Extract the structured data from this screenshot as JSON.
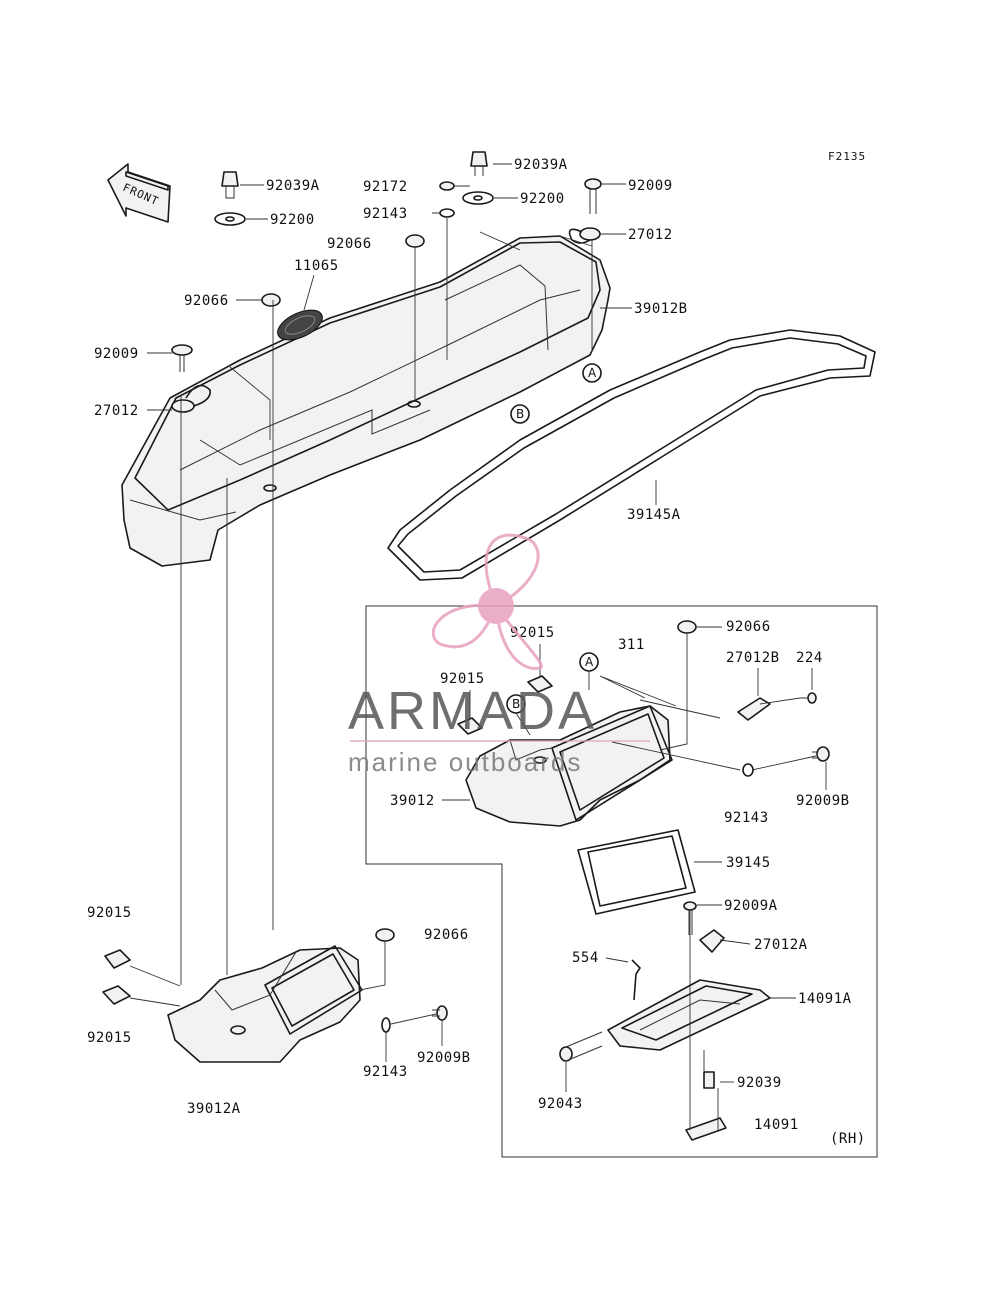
{
  "figure_code": "F2135",
  "front_label": "FRONT",
  "side_label": "(RH)",
  "ref_a": "A",
  "ref_b": "B",
  "watermark": {
    "brand": "ARMADA",
    "tagline": "marine outboards",
    "accent_color": "#e8a0bf"
  },
  "part_numbers": {
    "p92039A_l": "92039A",
    "p92200_l": "92200",
    "p92172": "92172",
    "p92143_t": "92143",
    "p92066_t": "92066",
    "p11065": "11065",
    "p92066_l": "92066",
    "p92009_l": "92009",
    "p27012_l": "27012",
    "p92039A_r": "92039A",
    "p92200_r": "92200",
    "p92009_r": "92009",
    "p27012_r": "27012",
    "p39012B": "39012B",
    "p39145A": "39145A",
    "p92015_a": "92015",
    "p92015_b": "92015",
    "p311": "311",
    "p92066_r": "92066",
    "p27012B": "27012B",
    "p224": "224",
    "p39012": "39012",
    "p92009B_r": "92009B",
    "p92143_r": "92143",
    "p39145": "39145",
    "p92009A": "92009A",
    "p27012A": "27012A",
    "p554": "554",
    "p14091A": "14091A",
    "p92039": "92039",
    "p92043": "92043",
    "p14091": "14091",
    "p92015_c": "92015",
    "p92015_d": "92015",
    "p92066_b": "92066",
    "p92143_b": "92143",
    "p92009B_b": "92009B",
    "p39012A": "39012A"
  }
}
